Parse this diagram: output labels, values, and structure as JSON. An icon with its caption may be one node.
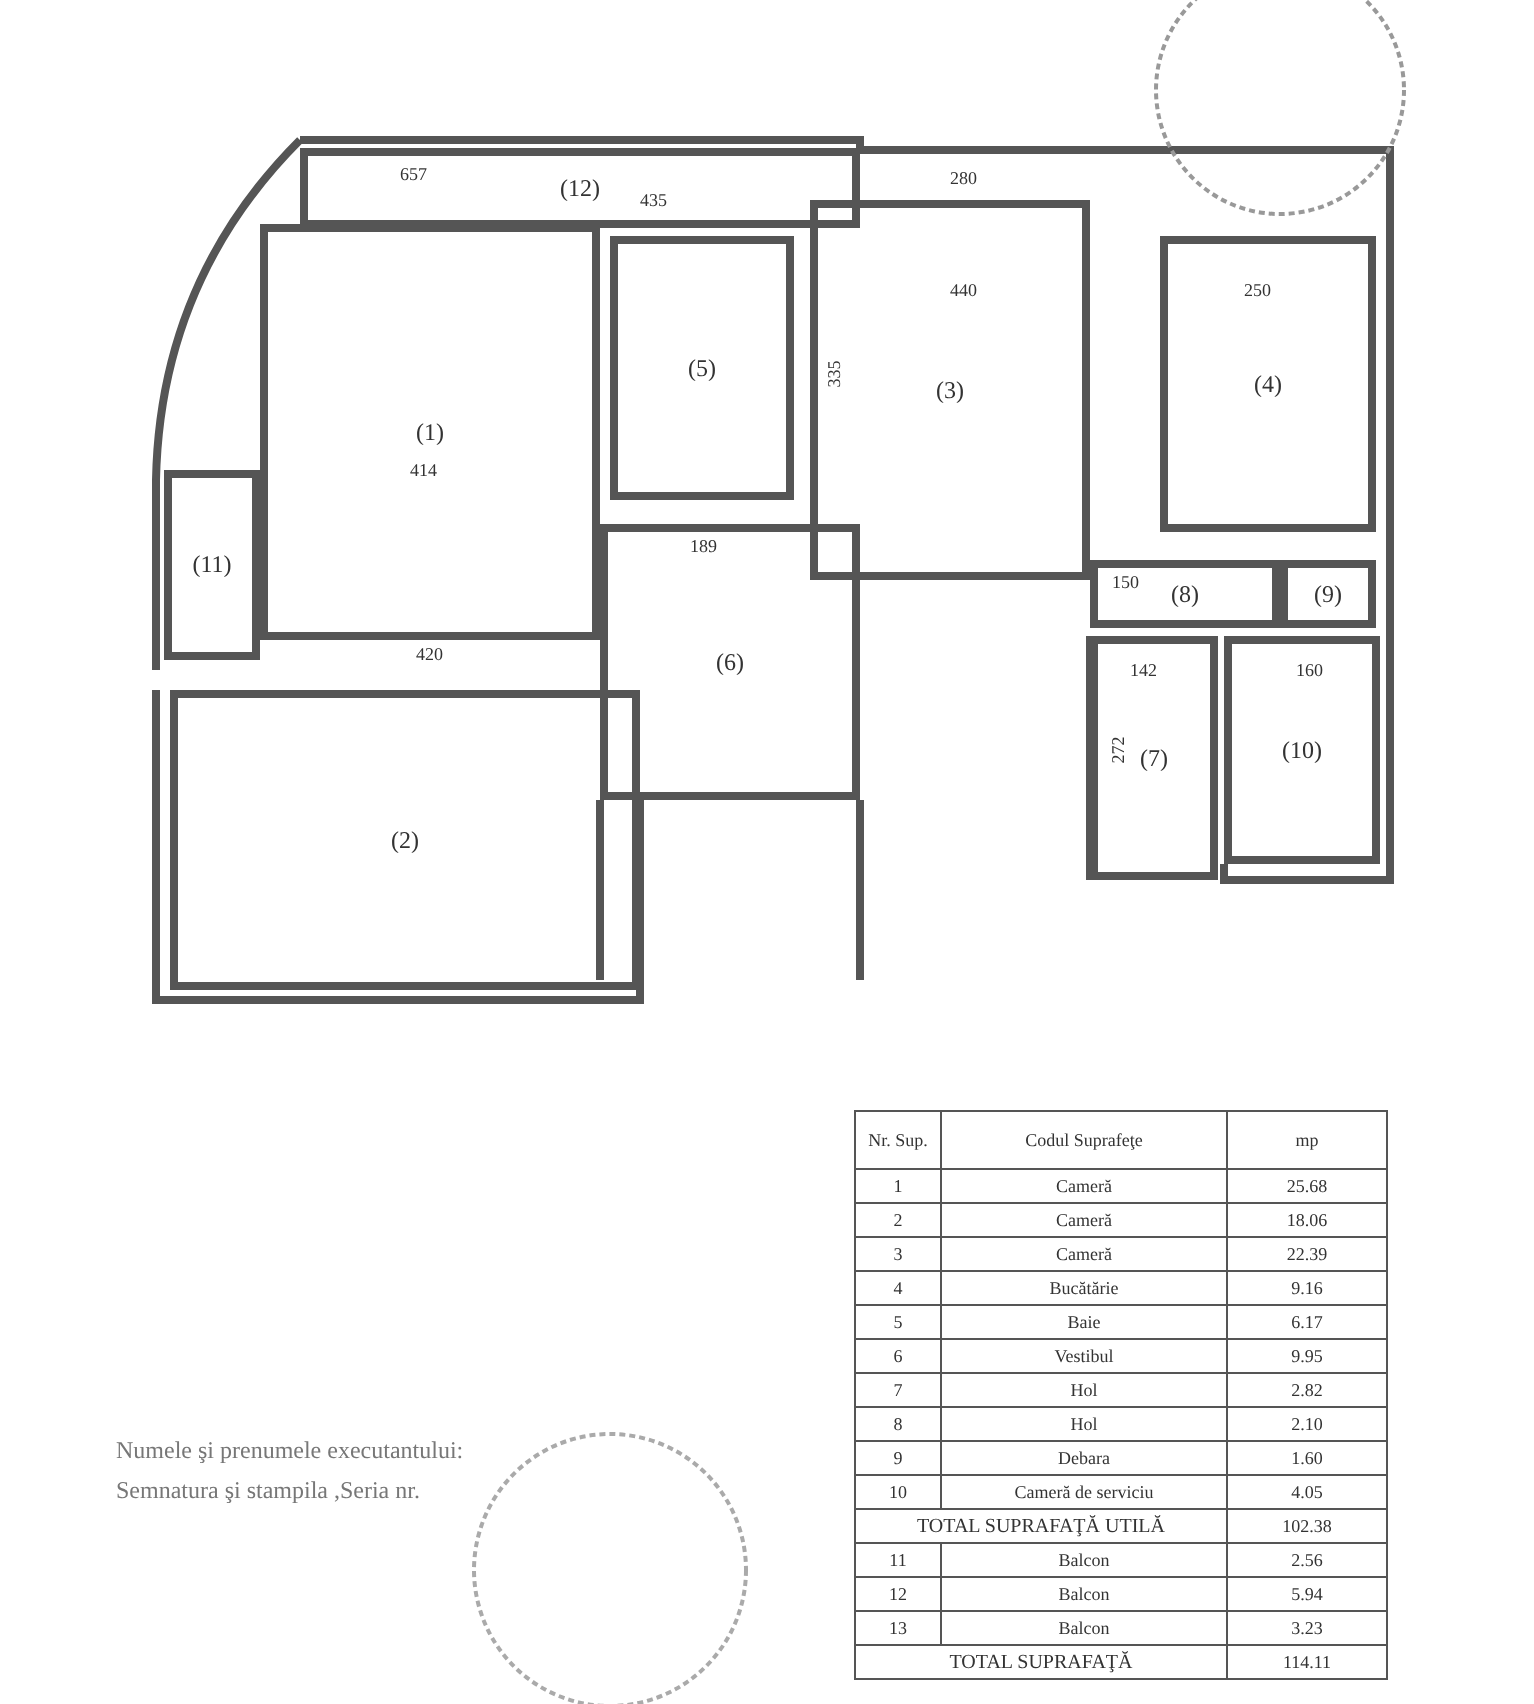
{
  "diagram": {
    "nodes": [
      {
        "text": [
          "(12)"
        ]
      },
      {
        "text": [
          "(5)"
        ]
      },
      {
        "text": [
          "(3)"
        ]
      },
      {
        "text": [
          "(4)"
        ]
      },
      {
        "text": [
          "(1)"
        ]
      },
      {
        "text": [
          "(11)"
        ]
      },
      {
        "text": [
          "(8)"
        ]
      },
      {
        "text": [
          "(9)"
        ]
      },
      {
        "text": [
          "(6)"
        ]
      },
      {
        "text": [
          "(7)"
        ]
      },
      {
        "text": [
          "(10)"
        ]
      },
      {
        "text": [
          "(2)"
        ]
      }
    ],
    "labels": [
      "657",
      "435",
      "280",
      "440",
      "250",
      "335",
      "414",
      "189",
      "150",
      "420",
      "142",
      "160",
      "272",
      "Numele şi prenumele executantului:",
      "Semnatura şi stampila ,Seria nr.",
      "Nr. Sup.",
      "Codul Suprafeţe",
      "mp",
      "1",
      "Cameră",
      "25.68",
      "2",
      "Cameră",
      "18.06",
      "3",
      "Cameră",
      "22.39",
      "4",
      "Bucătărie",
      "9.16",
      "5",
      "Baie",
      "6.17",
      "6",
      "Vestibul",
      "9.95",
      "7",
      "Hol",
      "2.82",
      "8",
      "Hol",
      "2.10",
      "9",
      "Debara",
      "1.60",
      "10",
      "Cameră de serviciu",
      "4.05",
      "TOTAL SUPRAFAŢĂ UTILĂ",
      "102.38",
      "11",
      "Balcon",
      "2.56",
      "12",
      "Balcon",
      "5.94",
      "13",
      "Balcon",
      "3.23",
      "TOTAL SUPRAFAŢĂ",
      "114.11"
    ]
  }
}
